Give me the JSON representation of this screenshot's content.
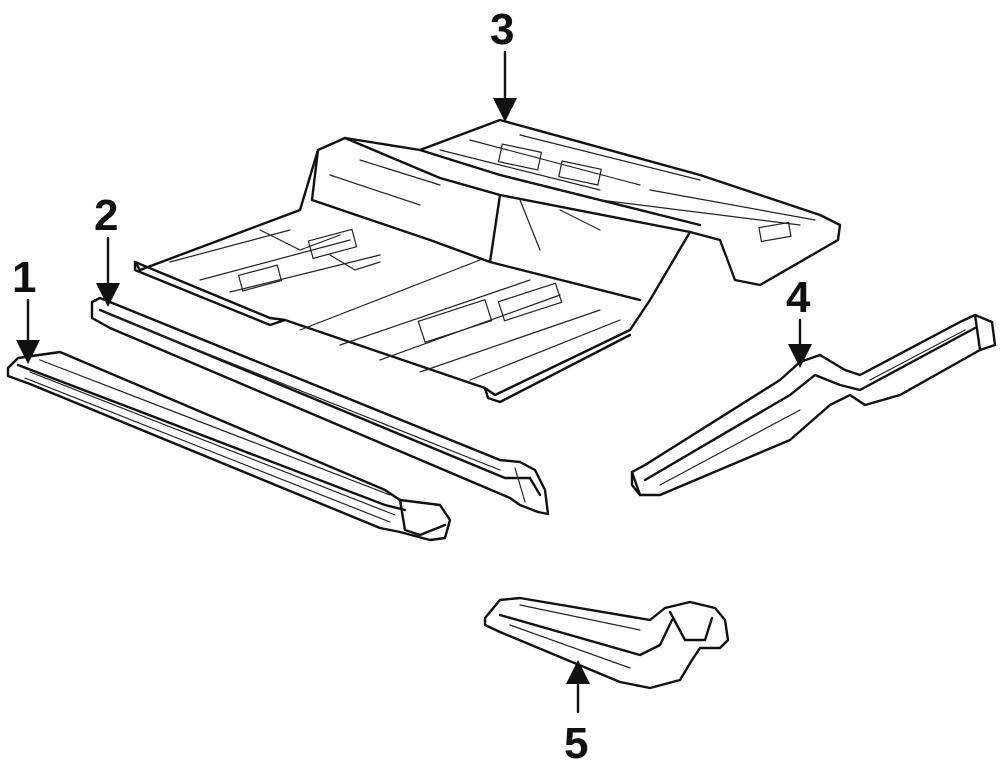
{
  "callouts": [
    {
      "id": "1",
      "label": "1"
    },
    {
      "id": "2",
      "label": "2"
    },
    {
      "id": "3",
      "label": "3"
    },
    {
      "id": "4",
      "label": "4"
    },
    {
      "id": "5",
      "label": "5"
    }
  ],
  "colors": {
    "ink": "#111111",
    "paper": "#ffffff"
  }
}
